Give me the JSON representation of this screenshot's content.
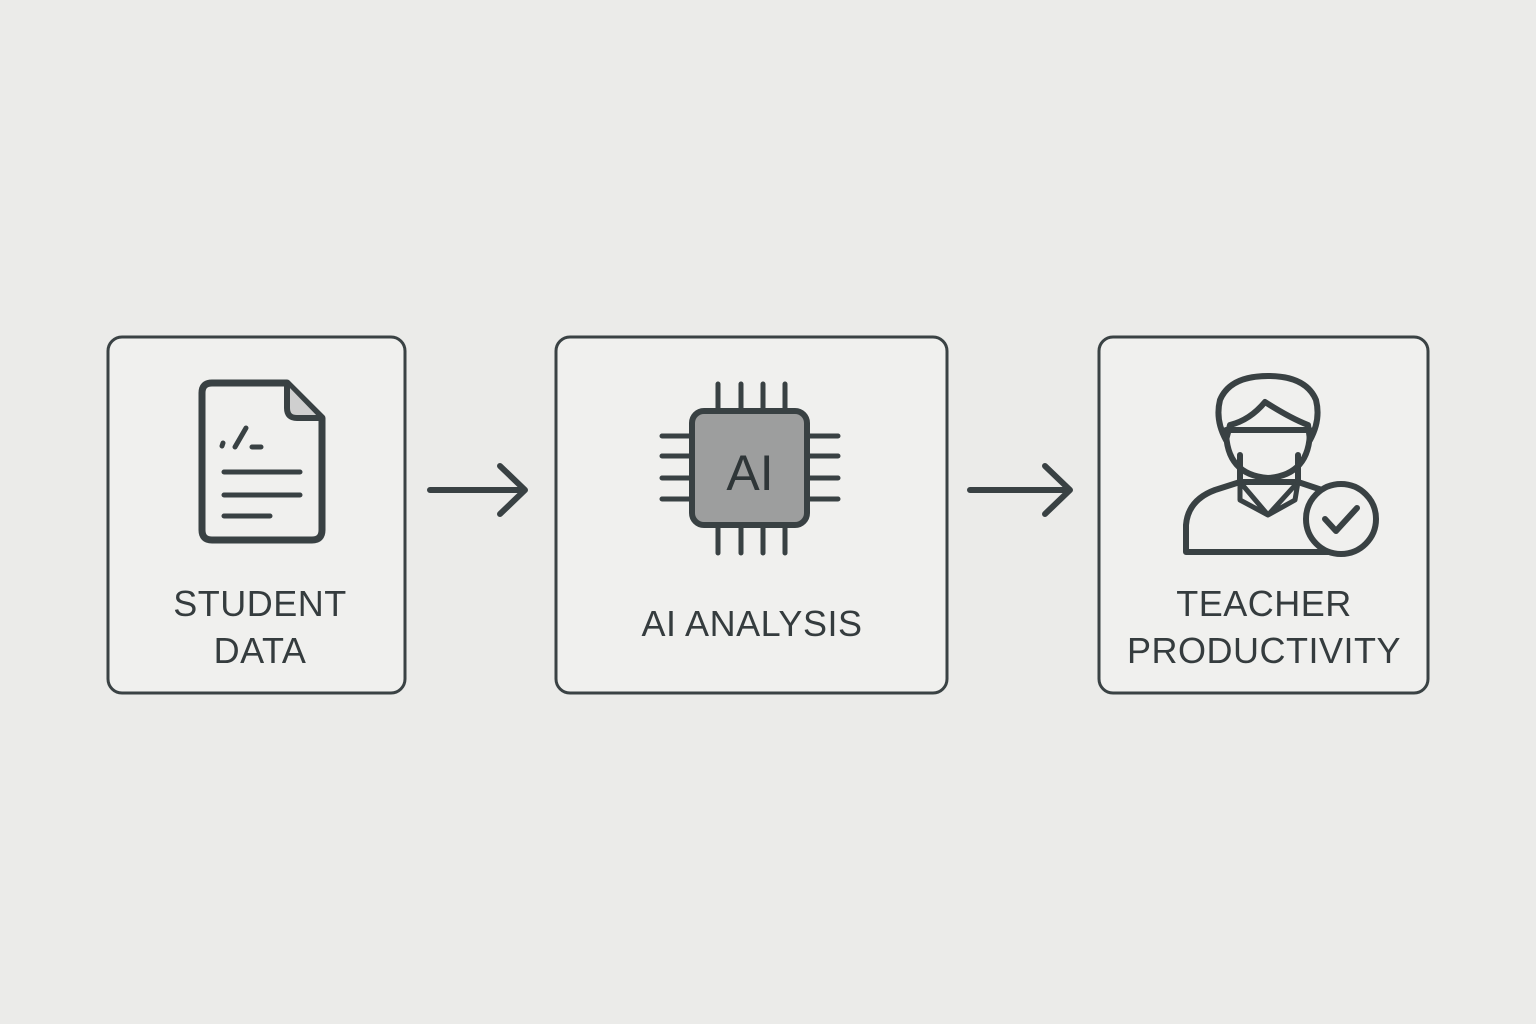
{
  "diagram": {
    "steps": [
      {
        "lines": [
          "STUDENT",
          "DATA"
        ],
        "icon": "document-icon"
      },
      {
        "lines": [
          "AI ANALYSIS"
        ],
        "icon": "ai-chip-icon",
        "chip_text": "AI"
      },
      {
        "lines": [
          "TEACHER",
          "PRODUCTIVITY"
        ],
        "icon": "teacher-check-icon"
      }
    ],
    "connectors": [
      "arrow-right",
      "arrow-right"
    ]
  },
  "colors": {
    "background": "#ebebe9",
    "stroke": "#394143",
    "fill_gray": "#9c9d9d",
    "box": "#f0f0ee"
  }
}
